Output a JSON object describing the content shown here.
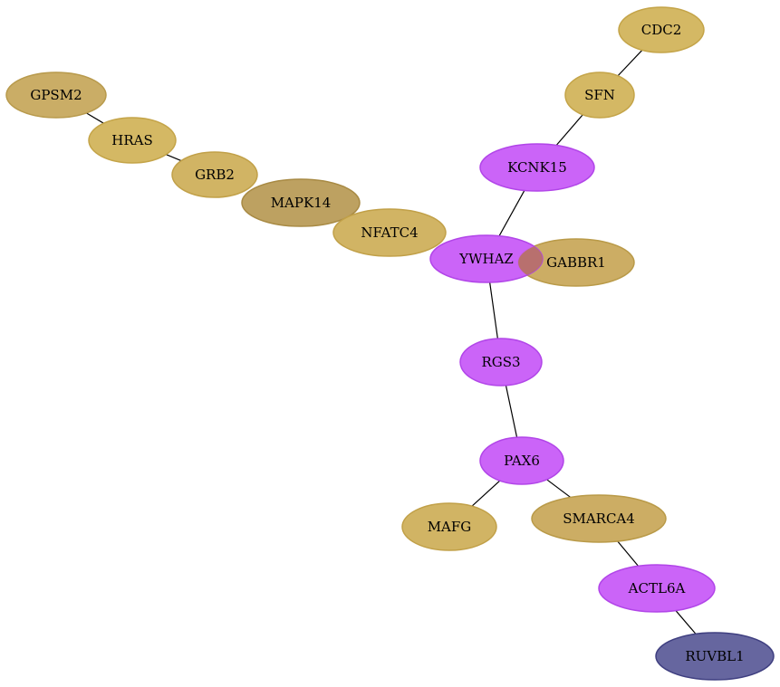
{
  "nodes": [
    {
      "id": "CDC2",
      "label": "CDC2",
      "fill": "#d2b45c",
      "stroke": "#c4a448"
    },
    {
      "id": "SFN",
      "label": "SFN",
      "fill": "#d2b45c",
      "stroke": "#c4a448"
    },
    {
      "id": "GPSM2",
      "label": "GPSM2",
      "fill": "#c7a95e",
      "stroke": "#b89a4c"
    },
    {
      "id": "HRAS",
      "label": "HRAS",
      "fill": "#d2b45c",
      "stroke": "#c4a448"
    },
    {
      "id": "KCNK15",
      "label": "KCNK15",
      "fill": "#c85cf8",
      "stroke": "#b145e8"
    },
    {
      "id": "GRB2",
      "label": "GRB2",
      "fill": "#cfb05c",
      "stroke": "#c1a048"
    },
    {
      "id": "MAPK14",
      "label": "MAPK14",
      "fill": "#b99c58",
      "stroke": "#a88a44"
    },
    {
      "id": "NFATC4",
      "label": "NFATC4",
      "fill": "#cfb05c",
      "stroke": "#c1a048"
    },
    {
      "id": "GABBR1",
      "label": "GABBR1",
      "fill": "#c9a95c",
      "stroke": "#b99a48"
    },
    {
      "id": "YWHAZ",
      "label": "YWHAZ",
      "fill": "#c85cf8",
      "stroke": "#b145e8"
    },
    {
      "id": "RGS3",
      "label": "RGS3",
      "fill": "#c85cf8",
      "stroke": "#b145e8"
    },
    {
      "id": "PAX6",
      "label": "PAX6",
      "fill": "#c85cf8",
      "stroke": "#b145e8"
    },
    {
      "id": "MAFG",
      "label": "MAFG",
      "fill": "#cfb05c",
      "stroke": "#c1a048"
    },
    {
      "id": "SMARCA4",
      "label": "SMARCA4",
      "fill": "#c9a95c",
      "stroke": "#b99a48"
    },
    {
      "id": "ACTL6A",
      "label": "ACTL6A",
      "fill": "#c85cf8",
      "stroke": "#b145e8"
    },
    {
      "id": "RUVBL1",
      "label": "RUVBL1",
      "fill": "#5e5e9a",
      "stroke": "#3f3f80"
    }
  ],
  "edges": [
    [
      "CDC2",
      "SFN"
    ],
    [
      "SFN",
      "KCNK15"
    ],
    [
      "KCNK15",
      "YWHAZ"
    ],
    [
      "GPSM2",
      "HRAS"
    ],
    [
      "HRAS",
      "GRB2"
    ],
    [
      "YWHAZ",
      "RGS3"
    ],
    [
      "RGS3",
      "PAX6"
    ],
    [
      "PAX6",
      "MAFG"
    ],
    [
      "PAX6",
      "SMARCA4"
    ],
    [
      "SMARCA4",
      "ACTL6A"
    ],
    [
      "ACTL6A",
      "RUVBL1"
    ]
  ]
}
